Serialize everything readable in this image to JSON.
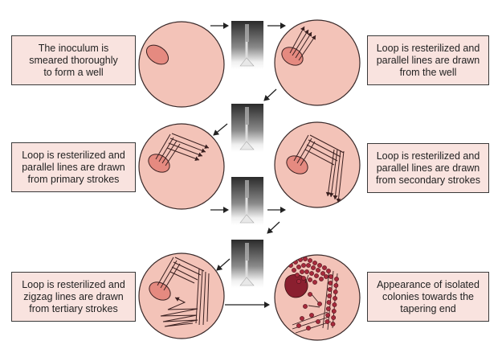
{
  "title": "Streak plate method steps",
  "colors": {
    "plate_fill": "#f3c3b8",
    "plate_border": "#3a2a2a",
    "well_fill": "#e58a80",
    "box_fill": "#f9e3df",
    "streak_line": "#3a2020",
    "colony_fill": "#8a1f2f",
    "arrow": "#222222"
  },
  "steps": [
    {
      "id": 1,
      "text_lines": [
        "The inoculum is",
        "smeared thoroughly",
        "to form a well"
      ],
      "plate_icon": "agar-plate-well-icon"
    },
    {
      "id": 2,
      "text_lines": [
        "Loop is resterilized and",
        "parallel lines are drawn",
        "from the well"
      ],
      "plate_icon": "agar-plate-primary-streak-icon"
    },
    {
      "id": 3,
      "text_lines": [
        "Loop is resterilized and",
        "parallel lines are drawn",
        "from primary strokes"
      ],
      "plate_icon": "agar-plate-secondary-streak-icon"
    },
    {
      "id": 4,
      "text_lines": [
        "Loop is resterilized and",
        "parallel lines are drawn",
        "from secondary strokes"
      ],
      "plate_icon": "agar-plate-tertiary-streak-icon"
    },
    {
      "id": 5,
      "text_lines": [
        "Loop is resterilized and",
        "zigzag lines are drawn",
        "from tertiary strokes"
      ],
      "plate_icon": "agar-plate-zigzag-streak-icon"
    },
    {
      "id": 6,
      "text_lines": [
        "Appearance of isolated",
        "colonies towards the",
        "tapering end"
      ],
      "plate_icon": "agar-plate-colonies-icon"
    }
  ],
  "flame_icon": "bunsen-burner-flame-icon"
}
